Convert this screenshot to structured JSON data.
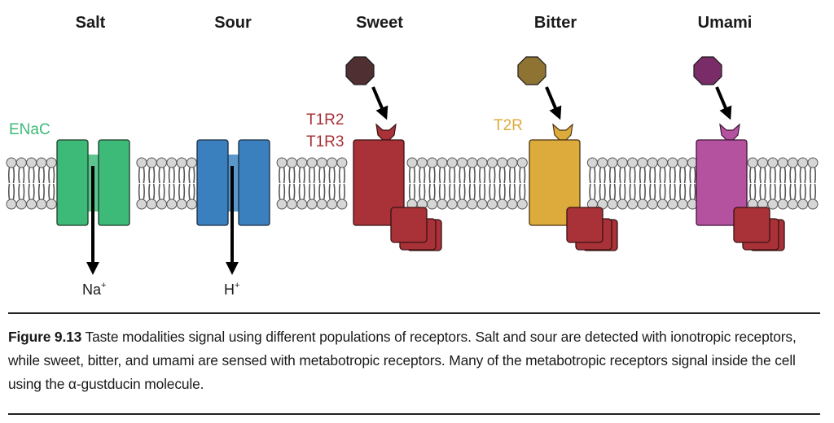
{
  "figure": {
    "modalities": [
      {
        "id": "salt",
        "title": "Salt",
        "receptor_label": "ENaC",
        "receptor_type": "ionotropic",
        "ion": "Na",
        "ion_charge": "+",
        "color": "#3dba78",
        "label_color": "#3dba78"
      },
      {
        "id": "sour",
        "title": "Sour",
        "receptor_label": "",
        "receptor_type": "ionotropic",
        "ion": "H",
        "ion_charge": "+",
        "color": "#3a80bf",
        "label_color": "#3a80bf"
      },
      {
        "id": "sweet",
        "title": "Sweet",
        "receptor_label_lines": [
          "T1R2",
          "T1R3"
        ],
        "receptor_type": "metabotropic",
        "color": "#a83238",
        "label_color": "#a83238",
        "ligand_color": "#4f2f32"
      },
      {
        "id": "bitter",
        "title": "Bitter",
        "receptor_label_lines": [
          "T2R"
        ],
        "receptor_type": "metabotropic",
        "color": "#ddab3b",
        "label_color": "#ddab3b",
        "ligand_color": "#8f7333"
      },
      {
        "id": "umami",
        "title": "Umami",
        "receptor_label_lines": [],
        "receptor_type": "metabotropic",
        "color": "#b552a0",
        "label_color": "#b552a0",
        "ligand_color": "#7a2c68"
      }
    ],
    "g_protein_color": "#a83238",
    "membrane": {
      "head_color": "#d6d6d6",
      "outline_color": "#555555"
    }
  },
  "caption": {
    "label": "Figure 9.13",
    "text": " Taste modalities signal using different populations of receptors. Salt and sour are detected with ionotropic receptors, while sweet, bitter, and umami are sensed with metabotropic receptors. Many of the metabotropic receptors signal inside the cell using the α-gustducin molecule."
  }
}
